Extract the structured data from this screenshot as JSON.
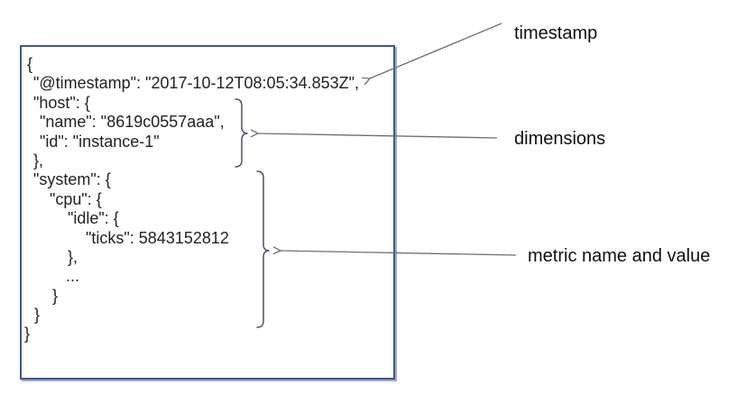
{
  "document": {
    "lines": [
      {
        "indent": 6,
        "text": "{"
      },
      {
        "indent": 13,
        "text": "\"@timestamp\": \"2017-10-12T08:05:34.853Z\","
      },
      {
        "indent": 13,
        "text": "\"host\": {"
      },
      {
        "indent": 20,
        "text": "\"name\": \"8619c0557aaa\","
      },
      {
        "indent": 20,
        "text": "\"id\": \"instance-1\""
      },
      {
        "indent": 13,
        "text": "},"
      },
      {
        "indent": 13,
        "text": "\"system\": {"
      },
      {
        "indent": 31,
        "text": "\"cpu\": {"
      },
      {
        "indent": 51,
        "text": "\"idle\": {"
      },
      {
        "indent": 71,
        "text": "\"ticks\": 5843152812"
      },
      {
        "indent": 51,
        "text": "},"
      },
      {
        "indent": 49,
        "text": "..."
      },
      {
        "indent": 34,
        "text": "}"
      },
      {
        "indent": 14,
        "text": "}"
      },
      {
        "indent": 3,
        "text": "}"
      }
    ]
  },
  "annotations": {
    "timestamp_label": "timestamp",
    "dimensions_label": "dimensions",
    "metric_label": "metric name and value"
  },
  "colors": {
    "box_border": "#3f5696",
    "box_shadow": "#9fabd0",
    "code_text": "#222222",
    "label_text": "#0f0f0f",
    "arrow": "#6a7078",
    "brace": "#4c5462"
  }
}
